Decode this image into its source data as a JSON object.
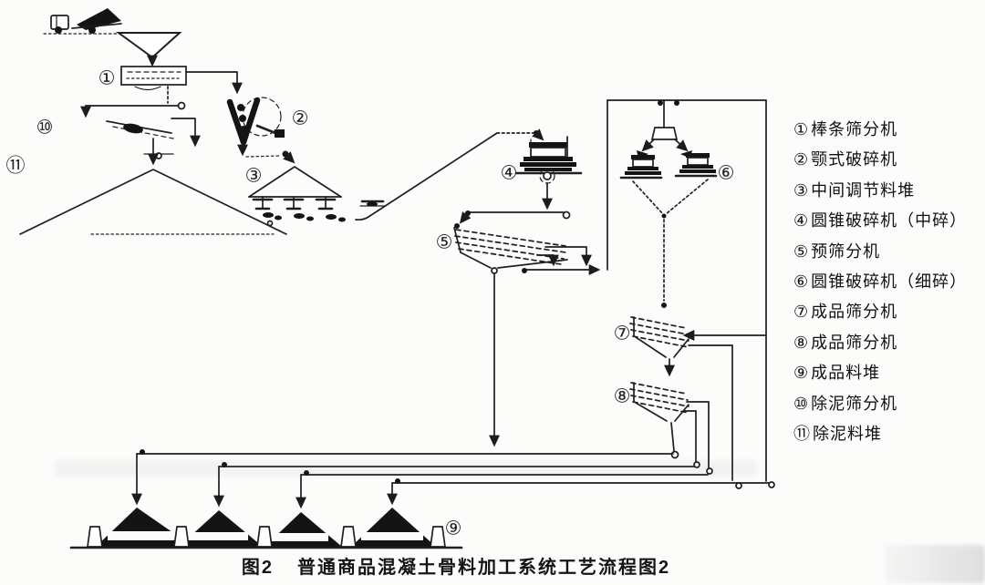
{
  "figure": {
    "fig_label": "图2",
    "title": "普通商品混凝土骨料加工系统工艺流程图2"
  },
  "legend": {
    "items": [
      {
        "num": "①",
        "name": "棒条筛分机"
      },
      {
        "num": "②",
        "name": "颚式破碎机"
      },
      {
        "num": "③",
        "name": "中间调节料堆"
      },
      {
        "num": "④",
        "name": "圆锥破碎机（中碎）"
      },
      {
        "num": "⑤",
        "name": "预筛分机"
      },
      {
        "num": "⑥",
        "name": "圆锥破碎机（细碎）"
      },
      {
        "num": "⑦",
        "name": "成品筛分机"
      },
      {
        "num": "⑧",
        "name": "成品筛分机"
      },
      {
        "num": "⑨",
        "name": "成品料堆"
      },
      {
        "num": "⑩",
        "name": "除泥筛分机"
      },
      {
        "num": "⑪",
        "name": "除泥料堆"
      }
    ]
  },
  "colors": {
    "ink": "#1c1c1c",
    "paper": "#fcfcfb"
  }
}
